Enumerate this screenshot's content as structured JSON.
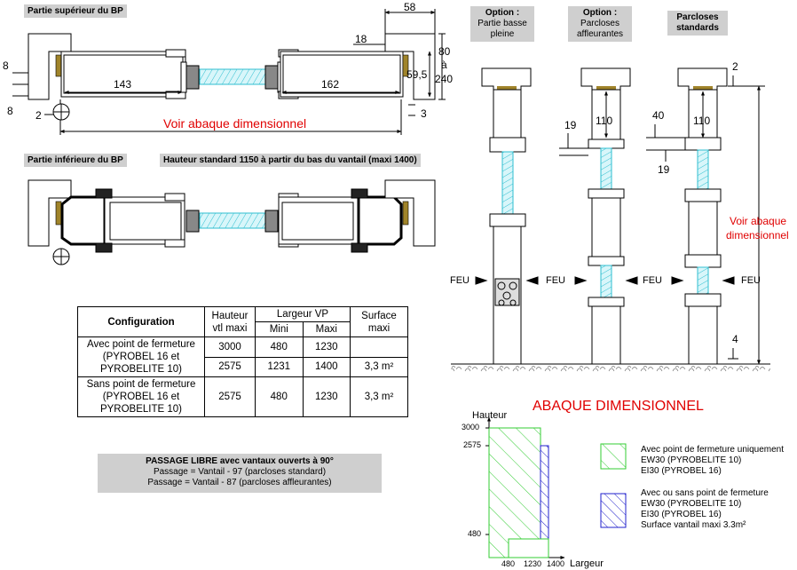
{
  "top_section": {
    "title": "Partie supérieur du BP",
    "dims": {
      "d58": "58",
      "d18": "18",
      "d80": "80",
      "d_a": "à",
      "d240": "240",
      "d59": "59,5",
      "d143": "143",
      "d162": "162",
      "d8a": "8",
      "d8b": "8",
      "d2": "2",
      "d3": "3"
    },
    "note": "Voir abaque dimensionnel"
  },
  "bottom_section": {
    "title": "Partie inférieure du BP",
    "height_note": "Hauteur standard 1150 à partir du bas du vantail (maxi 1400)"
  },
  "options": {
    "opt1": {
      "title": "Option :",
      "sub1": "Partie basse",
      "sub2": "pleine"
    },
    "opt2": {
      "title": "Option :",
      "sub1": "Parcloses",
      "sub2": "affleurantes"
    },
    "opt3": {
      "title": "Parcloses",
      "sub1": "standards"
    },
    "dims": {
      "d110a": "110",
      "d110b": "110",
      "d19a": "19",
      "d40": "40",
      "d19b": "19",
      "d2": "2",
      "d4": "4"
    },
    "feu": "FEU",
    "note1": "Voir abaque",
    "note2": "dimensionnel"
  },
  "table": {
    "headers": {
      "config": "Configuration",
      "hauteur1": "Hauteur",
      "hauteur2": "vtl maxi",
      "largeur": "Largeur VP",
      "mini": "Mini",
      "maxi": "Maxi",
      "surface1": "Surface",
      "surface2": "maxi"
    },
    "group1_label": [
      "Avec point de fermeture",
      "(PYROBEL 16 et",
      "PYROBELITE 10)"
    ],
    "group1_row1": [
      "3000",
      "480",
      "1230",
      ""
    ],
    "group1_row2": [
      "2575",
      "1231",
      "1400",
      "3,3 m²"
    ],
    "group2_label": [
      "Sans point de fermeture",
      "(PYROBEL 16 et",
      "PYROBELITE 10)"
    ],
    "group2_row": [
      "2575",
      "480",
      "1230",
      "3,3 m²"
    ]
  },
  "passage": {
    "title": "PASSAGE LIBRE avec vantaux ouverts à 90°",
    "line1": "Passage = Vantail -  97 (parcloses standard)",
    "line2": "Passage = Vantail - 87 (parcloses affleurantes)"
  },
  "abaque": {
    "title": "ABAQUE DIMENSIONNEL",
    "ylabel": "Hauteur",
    "xlabel": "Largeur",
    "yticks": [
      "3000",
      "2575",
      "480"
    ],
    "xticks": [
      "480",
      "1230",
      "1400"
    ],
    "legend1": [
      "Avec point de fermeture uniquement",
      "EW30 (PYROBELITE 10)",
      "EI30 (PYROBEL 16)"
    ],
    "legend2": [
      "Avec ou sans point de fermeture",
      "EW30 (PYROBELITE 10)",
      "EI30 (PYROBEL 16)",
      "Surface vantail maxi 3.3m²"
    ],
    "colors": {
      "green": "#33cc33",
      "blue": "#2222cc",
      "red": "#e00000"
    }
  }
}
